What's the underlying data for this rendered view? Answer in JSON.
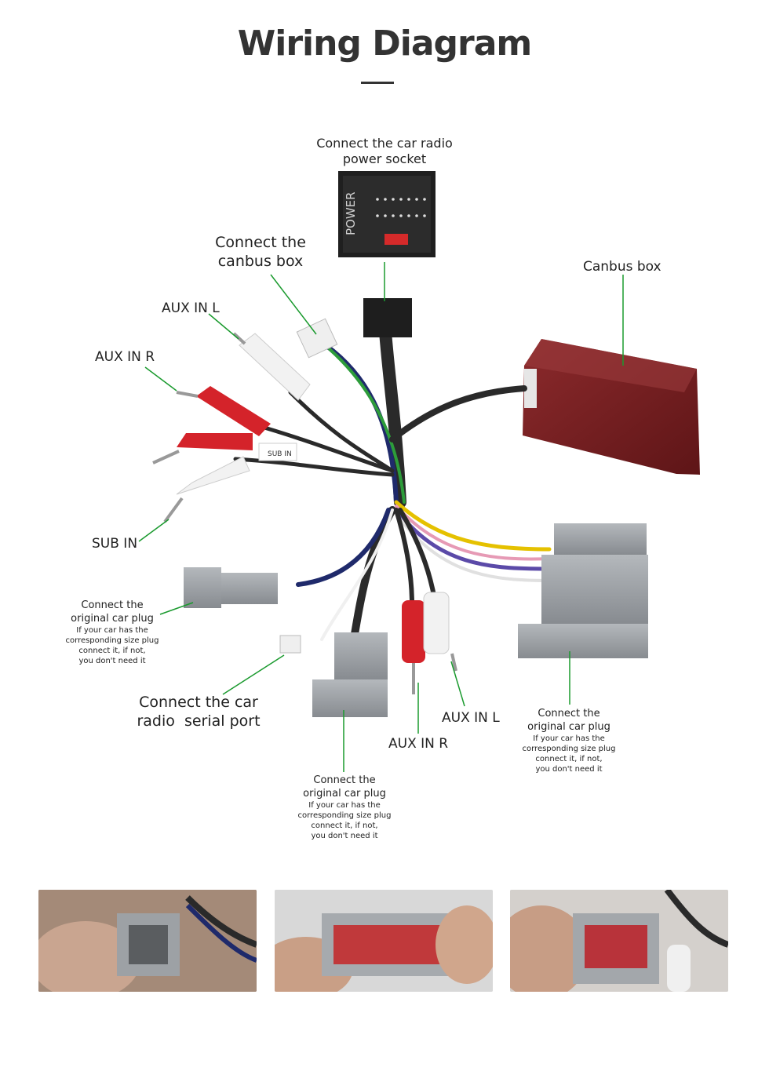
{
  "title": "Wiring Diagram",
  "labels": {
    "power_socket": [
      "Connect the car radio",
      "power socket"
    ],
    "canbus_connect": [
      "Connect the",
      "canbus box"
    ],
    "canbus_box": "Canbus box",
    "aux_in_l_top": "AUX IN L",
    "aux_in_r_top": "AUX IN R",
    "sub_in": "SUB IN",
    "serial_port": [
      "Connect the car",
      "radio  serial port"
    ],
    "aux_in_l_bottom": "AUX IN L",
    "aux_in_r_bottom": "AUX IN R",
    "power_text": "POWER",
    "sub_in_tag": "SUB IN"
  },
  "notes": {
    "left_plug": {
      "main": [
        "Connect the",
        "original car plug"
      ],
      "sub": [
        "If your car has the",
        "corresponding size plug",
        "connect it, if not,",
        "you don't need it"
      ]
    },
    "center_plug": {
      "main": [
        "Connect the",
        "original car plug"
      ],
      "sub": [
        "If your car has the",
        "corresponding size plug",
        "connect it, if not,",
        "you don't need it"
      ]
    },
    "right_plug": {
      "main": [
        "Connect the",
        "original car plug"
      ],
      "sub": [
        "If your car has the",
        "corresponding size plug",
        "connect it, if not,",
        "you don't need it"
      ]
    }
  },
  "colors": {
    "leader": "#1a9a2e",
    "connector_gray": "#9a9ea3",
    "canbus_red": "#7a1f22",
    "rca_red": "#d4232a",
    "rca_white": "#f2f2f2",
    "wire_black": "#2a2a2a"
  },
  "photos": [
    {
      "name": "photo-small-plug"
    },
    {
      "name": "photo-center-plug"
    },
    {
      "name": "photo-large-plug"
    }
  ]
}
